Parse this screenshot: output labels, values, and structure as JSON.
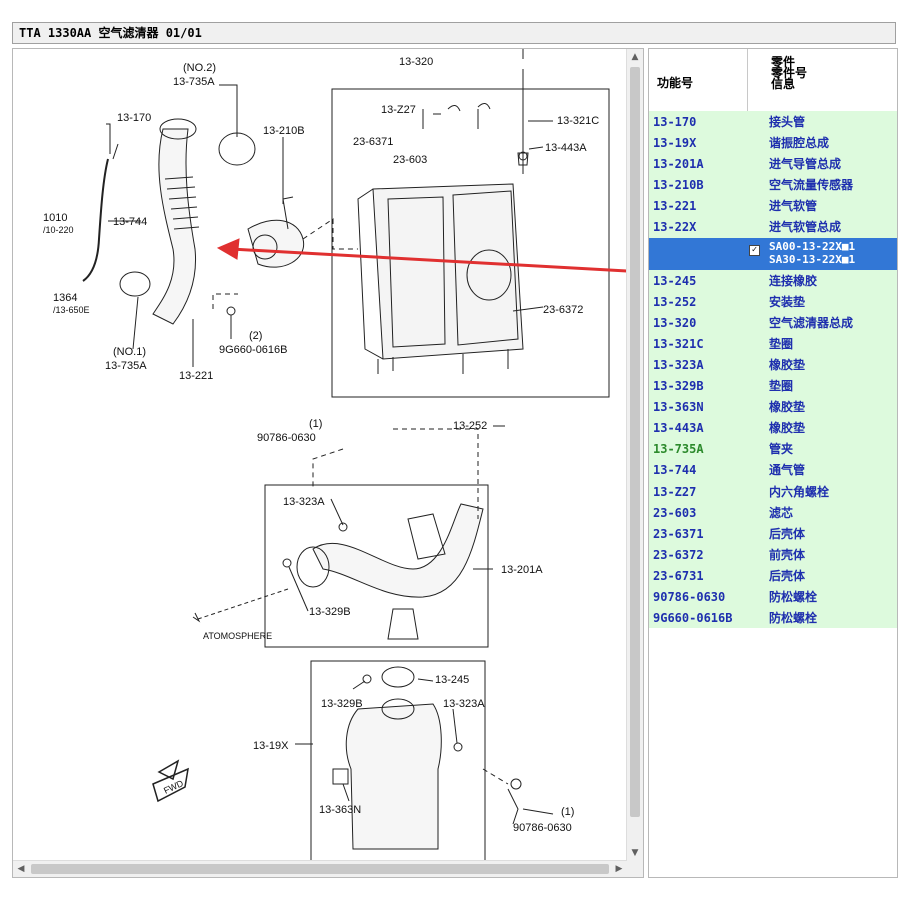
{
  "window": {
    "title": "TTA 1330AA 空气滤清器 01/01"
  },
  "diagram": {
    "callouts": {
      "no2": "(NO.2)",
      "c13_735a_top": "13-735A",
      "c13_170": "13-170",
      "c13_210b": "13-210B",
      "c1010": "1010",
      "c10_220": "/10-220",
      "c13_744": "13-744",
      "c1364": "1364",
      "c13_650e": "/13-650E",
      "no1": "(NO.1)",
      "c13_735a_bot": "13-735A",
      "c13_221": "13-221",
      "c9g660": "9G660-0616B",
      "c9g660_qty": "(2)",
      "c13_320": "13-320",
      "c13_z27": "13-Z27",
      "c13_321c": "13-321C",
      "c23_6371": "23-6371",
      "c23_603": "23-603",
      "c13_443a": "13-443A",
      "c23_6372": "23-6372",
      "c13_252": "13-252",
      "c90786_top": "90786-0630",
      "c90786_top_qty": "(1)",
      "c13_323a_mid": "13-323A",
      "c13_201a": "13-201A",
      "c13_329b_mid": "13-329B",
      "atmosphere": "ATOMOSPHERE",
      "c13_245": "13-245",
      "c13_329b_bot": "13-329B",
      "c13_323a_bot": "13-323A",
      "c13_19x": "13-19X",
      "c13_363n": "13-363N",
      "c90786_bot": "90786-0630",
      "c90786_bot_qty": "(1)",
      "fwd": "FWD"
    }
  },
  "parts_table": {
    "header": {
      "func_no": "功能号",
      "part_info_line1": "零件",
      "part_info_line2": "零件号",
      "part_info_line3": "信息"
    },
    "rows": [
      {
        "code": "13-170",
        "name": "接头管"
      },
      {
        "code": "13-19X",
        "name": "谐振腔总成"
      },
      {
        "code": "13-201A",
        "name": "进气导管总成"
      },
      {
        "code": "13-210B",
        "name": "空气流量传感器"
      },
      {
        "code": "13-221",
        "name": "进气软管"
      },
      {
        "code": "13-22X",
        "name": "进气软管总成"
      }
    ],
    "selected_row": {
      "line1": "SA00-13-22X■1",
      "line2": "SA30-13-22X■1"
    },
    "rows_after": [
      {
        "code": "13-245",
        "name": "连接橡胶"
      },
      {
        "code": "13-252",
        "name": "安装垫"
      },
      {
        "code": "13-320",
        "name": "空气滤清器总成"
      },
      {
        "code": "13-321C",
        "name": "垫圈"
      },
      {
        "code": "13-323A",
        "name": "橡胶垫"
      },
      {
        "code": "13-329B",
        "name": "垫圈"
      },
      {
        "code": "13-363N",
        "name": "橡胶垫"
      },
      {
        "code": "13-443A",
        "name": "橡胶垫"
      },
      {
        "code": "13-735A",
        "name": "管夹"
      },
      {
        "code": "13-744",
        "name": "通气管"
      },
      {
        "code": "13-Z27",
        "name": "内六角螺栓"
      },
      {
        "code": "23-603",
        "name": "滤芯"
      },
      {
        "code": "23-6371",
        "name": "后壳体"
      },
      {
        "code": "23-6372",
        "name": "前壳体"
      },
      {
        "code": "23-6731",
        "name": "后壳体"
      },
      {
        "code": "90786-0630",
        "name": "防松螺栓"
      },
      {
        "code": "9G660-0616B",
        "name": "防松螺栓"
      }
    ]
  },
  "colors": {
    "row_bg": "#ddfadd",
    "row_text": "#1e2fae",
    "selected_bg": "#3277d6",
    "arrow": "#e03030",
    "green_code": "#2c8a2c"
  }
}
